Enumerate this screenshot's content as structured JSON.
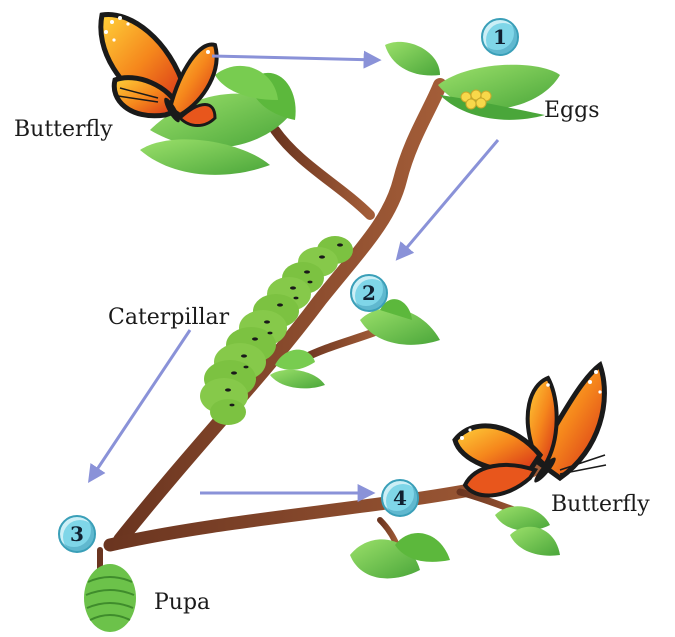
{
  "labels": {
    "butterfly_top": "Butterfly",
    "eggs": "Eggs",
    "caterpillar": "Caterpillar",
    "pupa": "Pupa",
    "butterfly_bottom": "Butterfly"
  },
  "stages": [
    "1",
    "2",
    "3",
    "4"
  ],
  "colors": {
    "arrow": "#8a92d8",
    "badge_fill": "#7fd6e8",
    "leaf": "#6cc24a",
    "stem": "#8b4a2b",
    "caterpillar": "#7cc241",
    "wing": "#f08a1c"
  }
}
